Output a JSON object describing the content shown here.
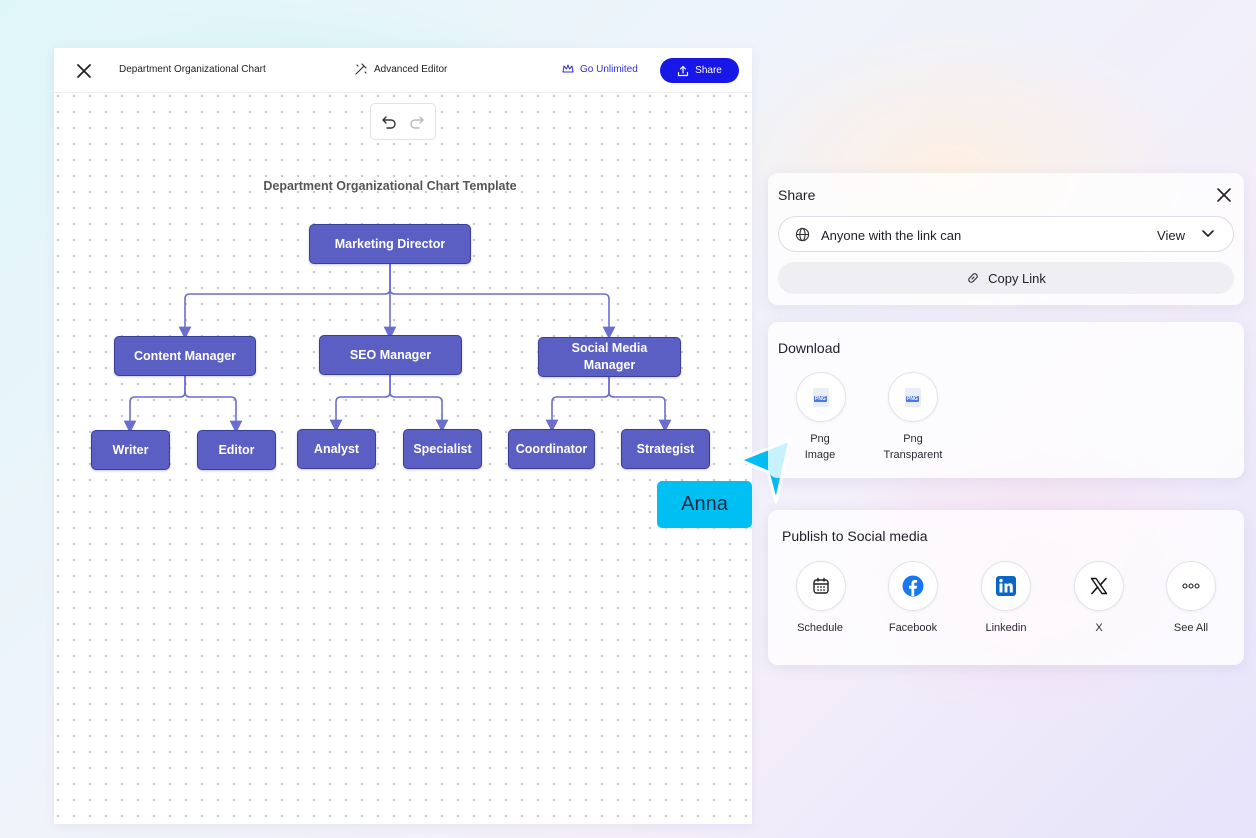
{
  "editor": {
    "doc_title": "Department Organizational Chart",
    "advanced_editor": "Advanced Editor",
    "go_unlimited": "Go Unlimited",
    "share": "Share"
  },
  "chart": {
    "title": "Department Organizational Chart Template",
    "director": "Marketing Director",
    "managers": [
      "Content Manager",
      "SEO Manager",
      "Social Media Manager"
    ],
    "staff": [
      "Writer",
      "Editor",
      "Analyst",
      "Specialist",
      "Coordinator",
      "Strategist"
    ]
  },
  "cursor": {
    "user_name": "Anna",
    "color": "#00bff2"
  },
  "share_panel": {
    "title": "Share",
    "access_text": "Anyone with the link can",
    "access_level": "View",
    "copy_link": "Copy Link"
  },
  "download_panel": {
    "title": "Download",
    "options": [
      {
        "label_line1": "Png",
        "label_line2": "Image",
        "icon": "png-file-icon"
      },
      {
        "label_line1": "Png",
        "label_line2": "Transparent",
        "icon": "png-file-icon"
      }
    ]
  },
  "social_panel": {
    "title": "Publish to Social media",
    "options": [
      {
        "label": "Schedule",
        "icon": "calendar-icon"
      },
      {
        "label": "Facebook",
        "icon": "facebook-icon"
      },
      {
        "label": "Linkedin",
        "icon": "linkedin-icon"
      },
      {
        "label": "X",
        "icon": "x-icon"
      },
      {
        "label": "See All",
        "icon": "more-icon"
      }
    ]
  },
  "colors": {
    "accent": "#1717e8",
    "node": "#5b5fc3",
    "connector": "#6a6fcf",
    "facebook": "#1877f2",
    "linkedin": "#0a66c2"
  }
}
